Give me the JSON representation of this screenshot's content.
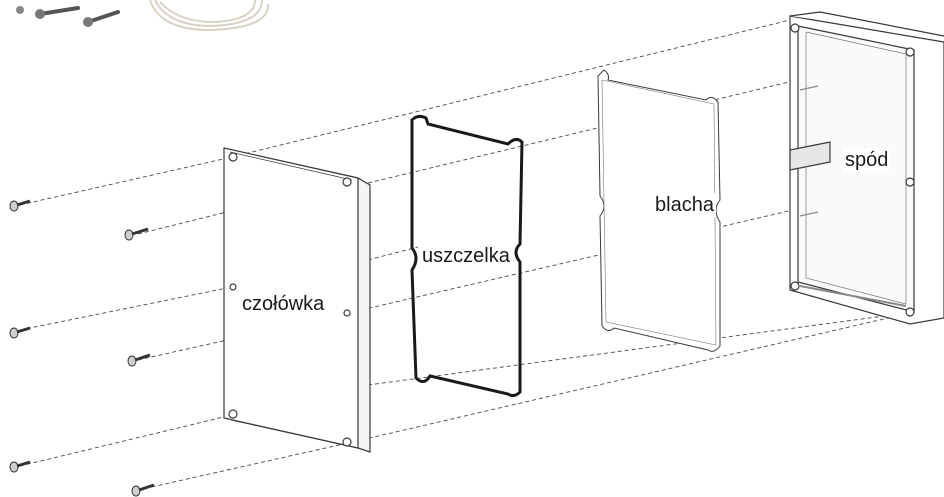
{
  "labels": {
    "front_cover": "czołówka",
    "gasket": "uszczelka",
    "plate": "blacha",
    "base": "spód"
  },
  "colors": {
    "line": "#4a4a4a",
    "gasket": "#1a1a1a",
    "background": "#ffffff"
  }
}
